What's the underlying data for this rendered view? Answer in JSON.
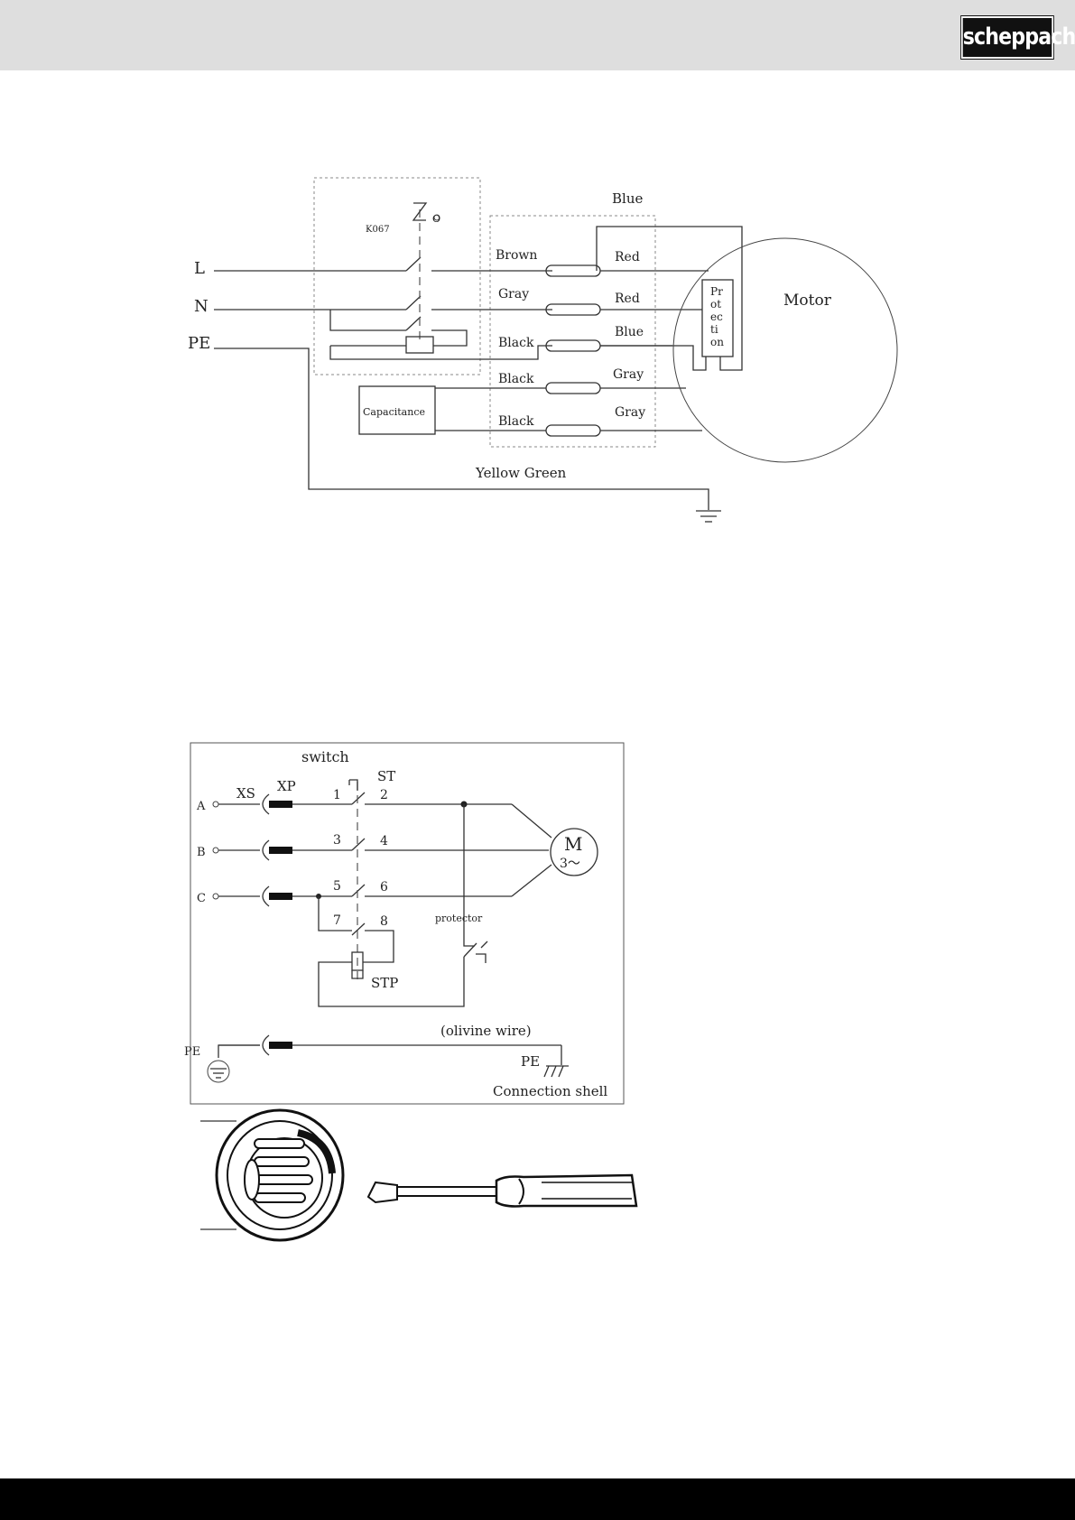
{
  "header": {
    "logo_text": "scheppach"
  },
  "diagram1": {
    "labels": {
      "L": "L",
      "N": "N",
      "PE": "PE",
      "k_label": "K067",
      "o_label": "O",
      "blue_top": "Blue",
      "brown": "Brown",
      "red1": "Red",
      "gray": "Gray",
      "red2": "Red",
      "black1": "Black",
      "blue2": "Blue",
      "black2": "Black",
      "gray2": "Gray",
      "black3": "Black",
      "gray3": "Gray",
      "capacitance": "Capacitance",
      "motor": "Motor",
      "protection": [
        "Pr",
        "ot",
        "ec",
        "ti",
        "on"
      ],
      "yellow_green": "Yellow Green"
    }
  },
  "diagram2": {
    "labels": {
      "switch": "switch",
      "st": "ST",
      "xs": "XS",
      "xp": "XP",
      "a": "A",
      "b": "B",
      "c": "C",
      "t1": "1",
      "t2": "2",
      "t3": "3",
      "t4": "4",
      "t5": "5",
      "t6": "6",
      "t7": "7",
      "t8": "8",
      "m": "M",
      "m_phase": "3～",
      "protector": "protector",
      "stp": "STP",
      "olivine": "(olivine wire)",
      "pe_left": "PE",
      "pe_right": "PE",
      "shell": "Connection shell"
    }
  }
}
